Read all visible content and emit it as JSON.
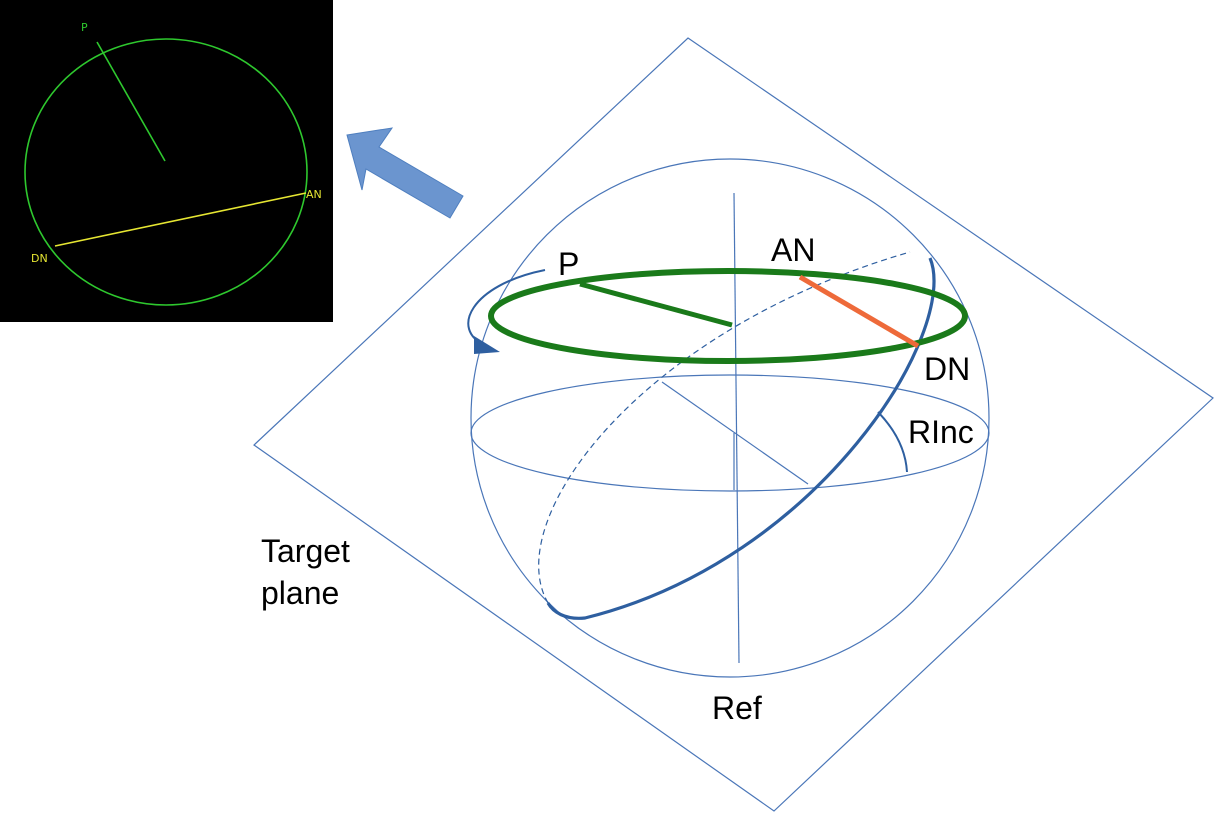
{
  "labels": {
    "periapsis": "P",
    "ascending_node": "AN",
    "descending_node": "DN",
    "relative_inclination": "RInc",
    "target_plane": "Target\nplane",
    "reference": "Ref"
  },
  "inset": {
    "periapsis": "P",
    "ascending_node": "AN",
    "descending_node": "DN"
  },
  "colors": {
    "inset_background": "#000000",
    "inset_orbit": "#2ec82e",
    "inset_node_line": "#e6e632",
    "orbit": "#1a7a1a",
    "node_line": "#ee6a3a",
    "target_orbit": "#2e5fa0",
    "plane_outline": "#4a76b8",
    "arrow": "#6b95cf"
  }
}
